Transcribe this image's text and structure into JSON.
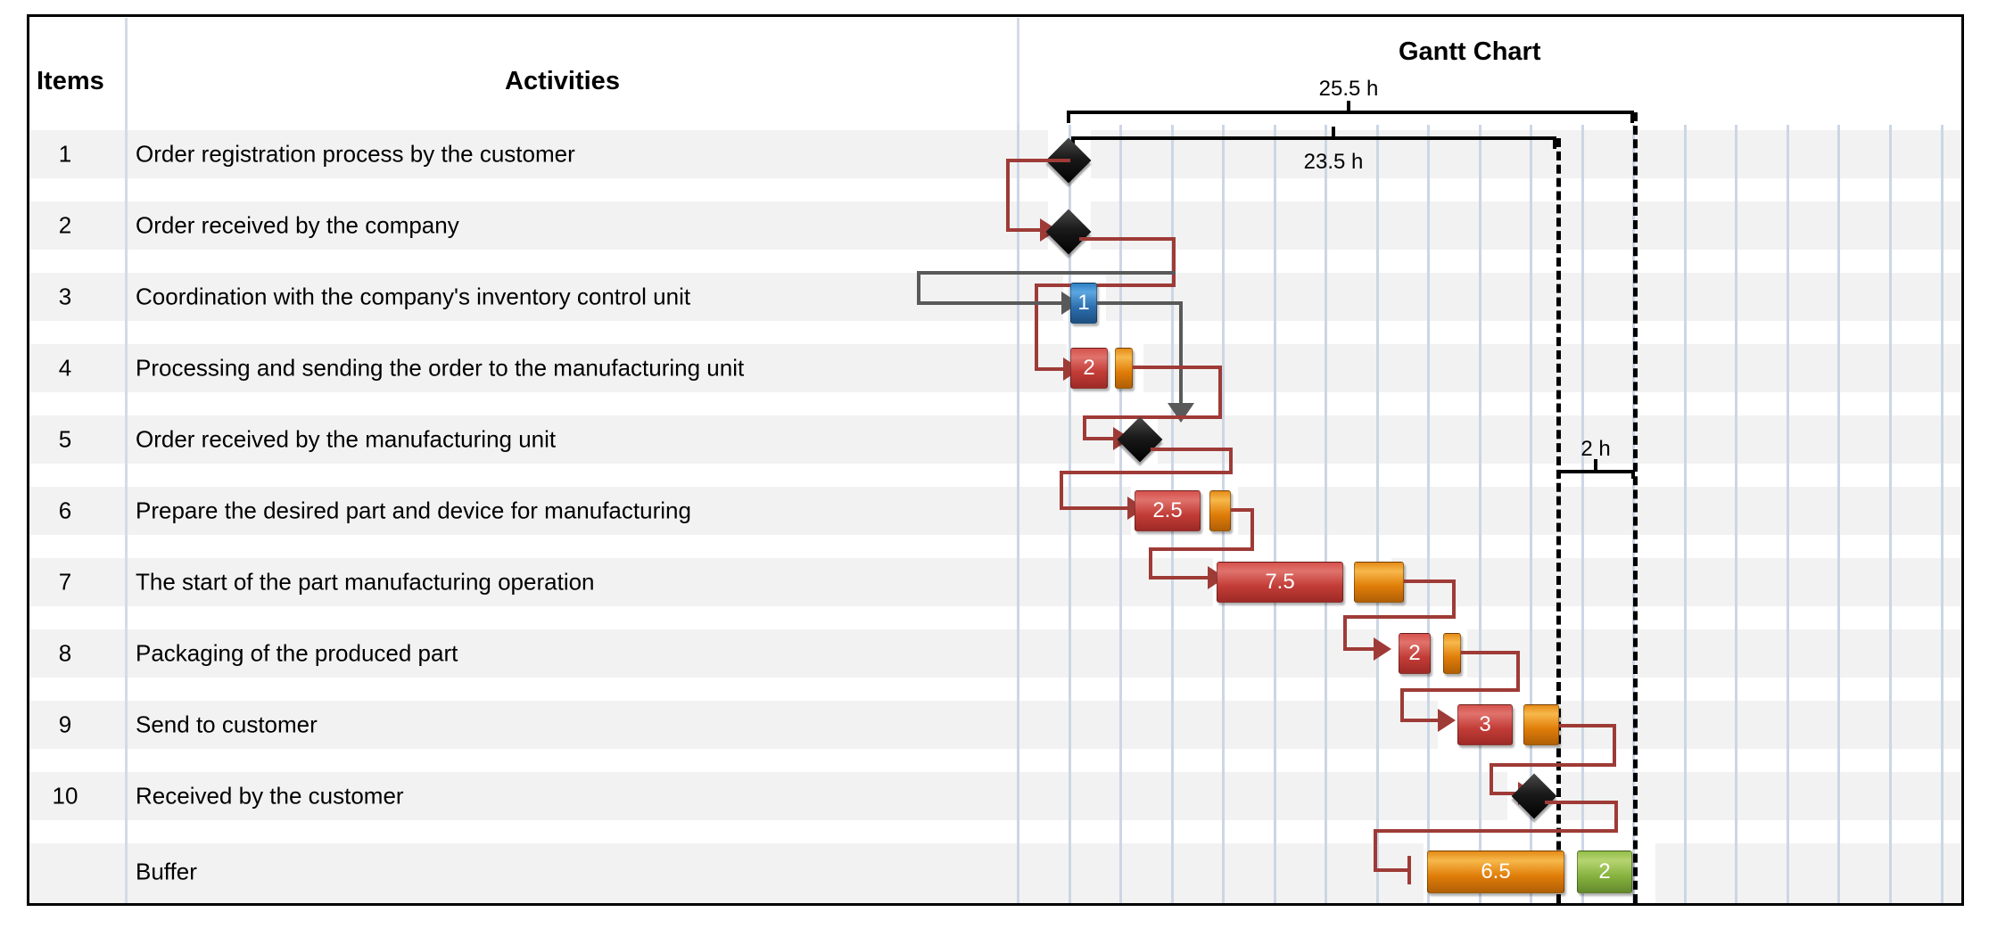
{
  "chart_data": {
    "type": "bar",
    "title": "Gantt Chart",
    "columns": [
      "Items",
      "Activities",
      "Gantt Chart"
    ],
    "unit": "h",
    "categories": [
      "Order registration process by the customer",
      "Order received by the company",
      "Coordination with the company's inventory control unit",
      "Processing and sending the order to the manufacturing unit",
      "Order received by the manufacturing unit",
      "Prepare the desired part and device for manufacturing",
      "The start of the part manufacturing operation",
      "Packaging of the produced part",
      "Send to customer",
      "Received by the customer",
      "Buffer"
    ],
    "values": [
      0,
      0,
      1,
      2,
      0,
      2.5,
      7.5,
      2,
      3,
      0,
      6.5
    ],
    "slack_values": [
      null,
      null,
      null,
      0.5,
      null,
      0.7,
      1.5,
      0.5,
      1.1,
      null,
      2
    ],
    "xlabel": "",
    "ylabel": "",
    "grid": true,
    "annotations": [
      "25.5 h",
      "23.5 h",
      "2 h"
    ]
  },
  "header": {
    "items": "Items",
    "activities": "Activities",
    "gantt": "Gantt Chart"
  },
  "annotations": {
    "total": "25.5 h",
    "critical": "23.5 h",
    "buffer": "2 h"
  },
  "rows": [
    {
      "num": "1",
      "label": "Order registration process by the customer",
      "bar": "",
      "type": "milestone"
    },
    {
      "num": "2",
      "label": "Order received by the company",
      "bar": "",
      "type": "milestone"
    },
    {
      "num": "3",
      "label": "Coordination with the company's inventory control unit",
      "bar": "1",
      "type": "blue"
    },
    {
      "num": "4",
      "label": "Processing and sending the order to the manufacturing unit",
      "bar": "2",
      "type": "red"
    },
    {
      "num": "5",
      "label": "Order received by the manufacturing unit",
      "bar": "",
      "type": "milestone"
    },
    {
      "num": "6",
      "label": "Prepare the desired part and device for manufacturing",
      "bar": "2.5",
      "type": "red"
    },
    {
      "num": "7",
      "label": "The start of the part manufacturing operation",
      "bar": "7.5",
      "type": "red"
    },
    {
      "num": "8",
      "label": "Packaging of the produced part",
      "bar": "2",
      "type": "red"
    },
    {
      "num": "9",
      "label": "Send to customer",
      "bar": "3",
      "type": "red"
    },
    {
      "num": "10",
      "label": "Received by the customer",
      "bar": "",
      "type": "milestone"
    },
    {
      "num": "",
      "label": "Buffer",
      "bar": "6.5",
      "type": "orange",
      "bar2": "2",
      "type2": "green"
    }
  ],
  "colors": {
    "task_red": "#c23c37",
    "task_blue": "#2d6fae",
    "task_orange": "#e07d09",
    "task_green": "#86b33f",
    "link": "#9e3b36",
    "link_grey": "#595959",
    "milestone": "#000000",
    "band": "#f2f2f2",
    "gridline": "#ccd6e5"
  }
}
